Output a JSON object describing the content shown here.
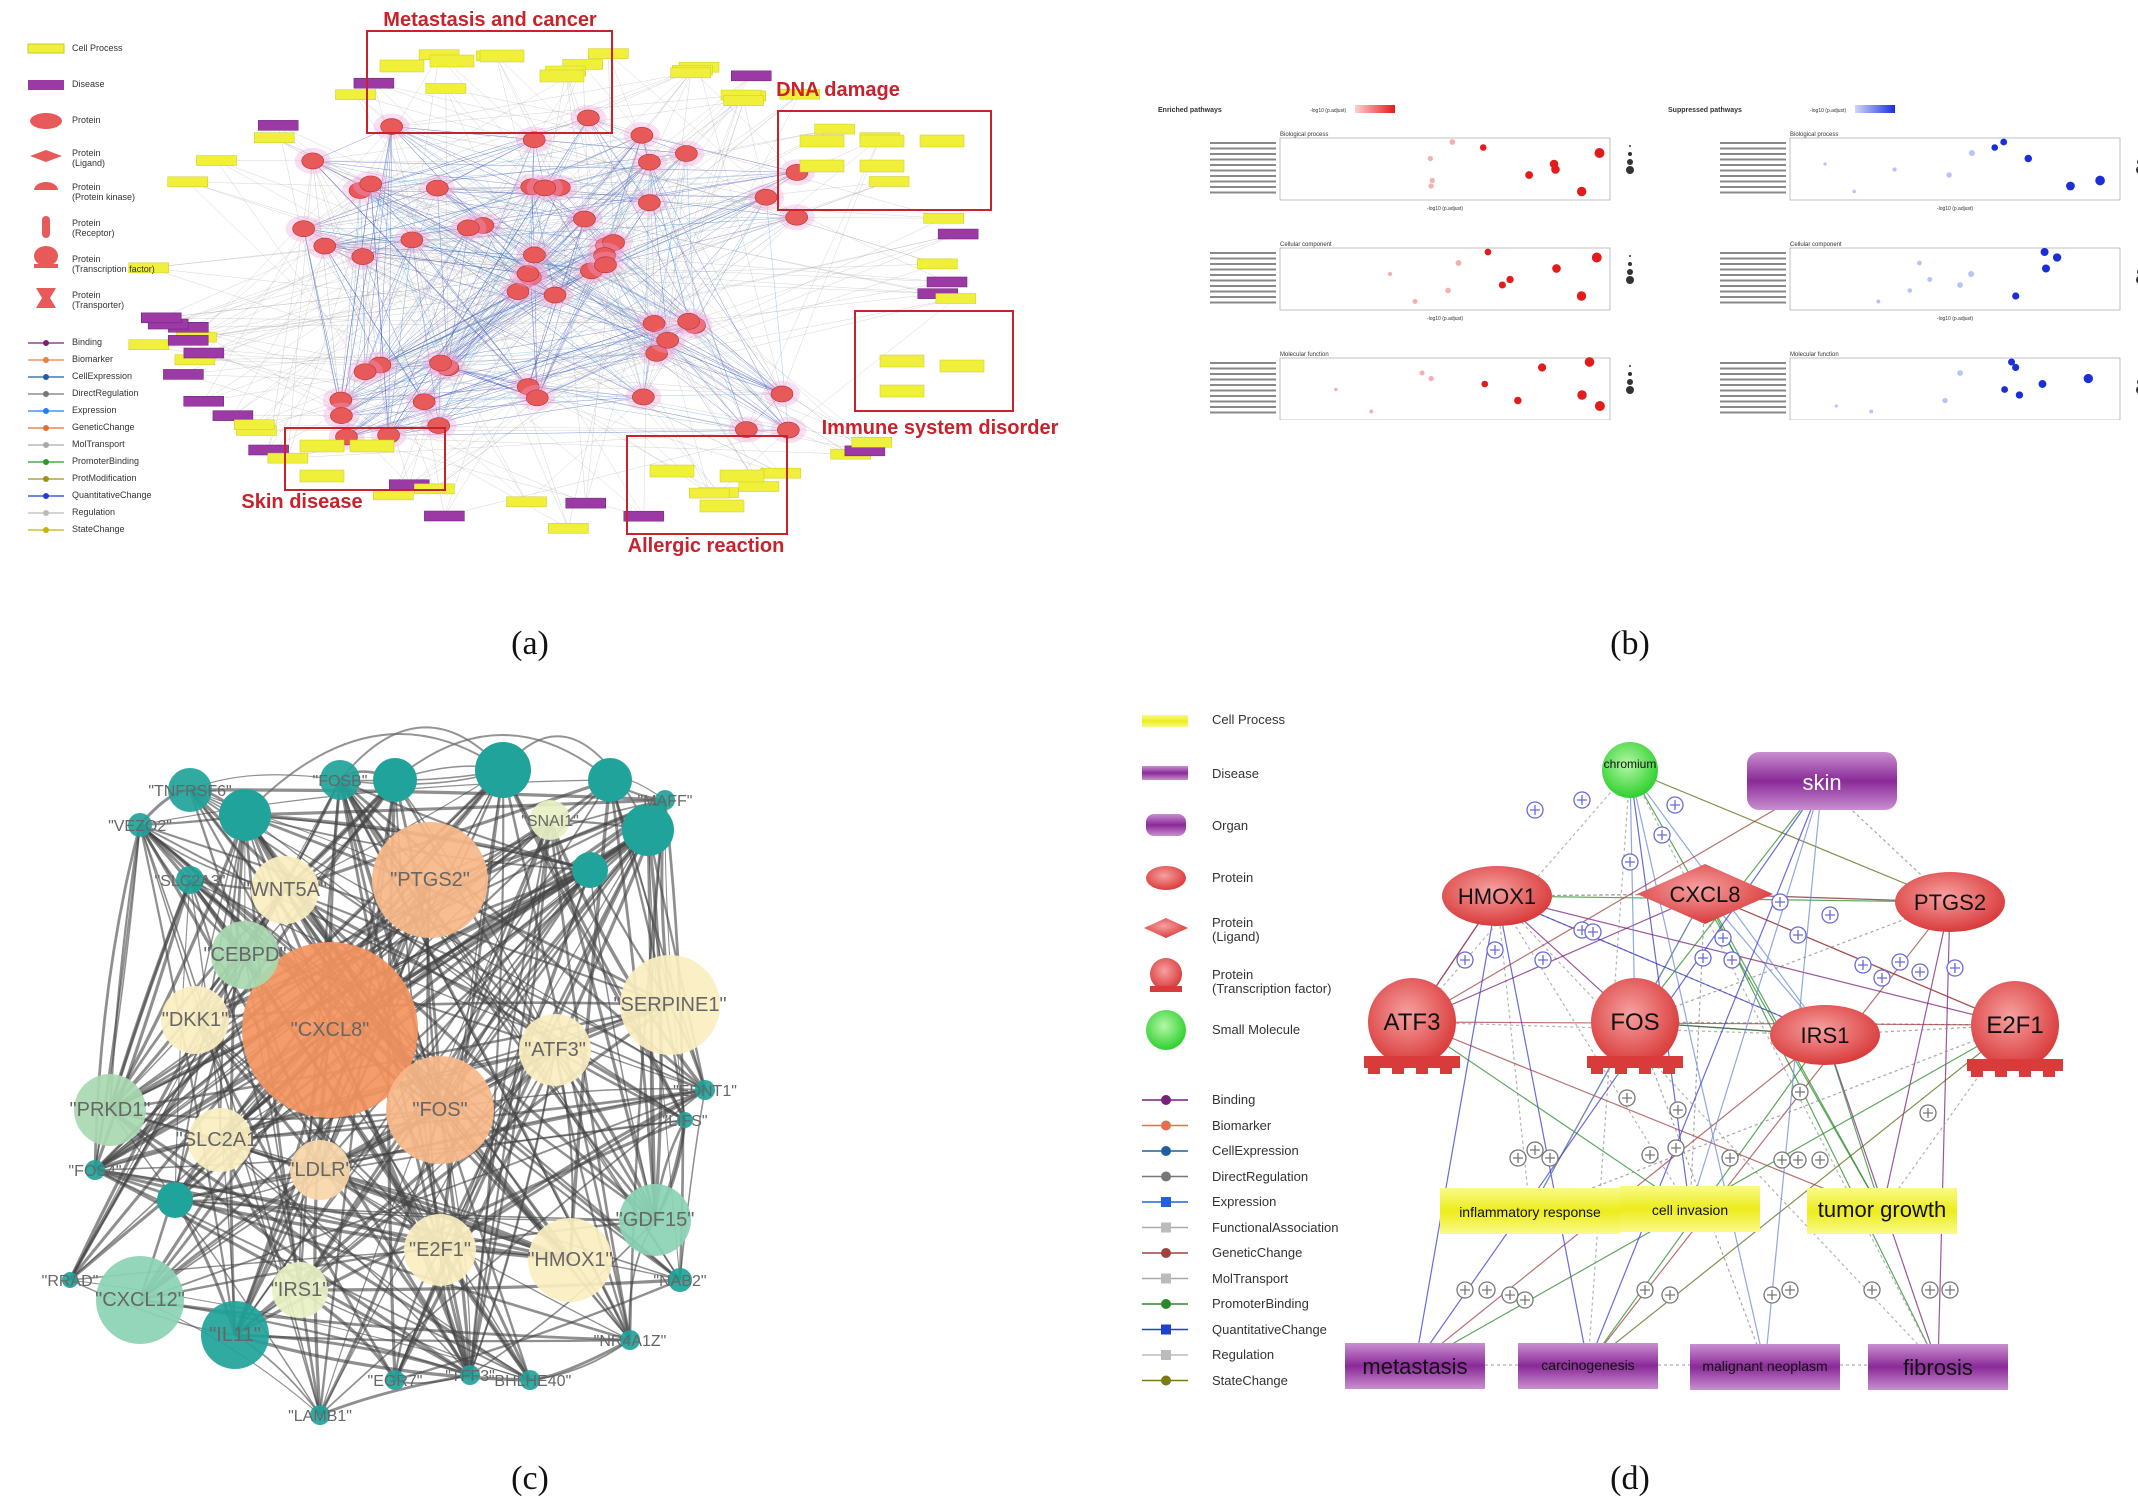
{
  "labels": {
    "a": "(a)",
    "b": "(b)",
    "c": "(c)",
    "d": "(d)"
  },
  "colors": {
    "protein": "#e85a5a",
    "disease": "#9b3aa5",
    "cellprocess": "#f0f03a",
    "teal": "#1fa39a",
    "orange": "#f4a468",
    "yellow": "#fbeec0",
    "red_box": "#c8232c"
  },
  "panel_a": {
    "legend_nodes": [
      "Cell Process",
      "Disease",
      "Protein",
      "Protein\n(Ligand)",
      "Protein\n(Protein kinase)",
      "Protein\n(Receptor)",
      "Protein\n(Transcription factor)",
      "Protein\n(Transporter)"
    ],
    "legend_edges": [
      "Binding",
      "Biomarker",
      "CellExpression",
      "DirectRegulation",
      "Expression",
      "GeneticChange",
      "MolTransport",
      "PromoterBinding",
      "ProtModification",
      "QuantitativeChange",
      "Regulation",
      "StateChange"
    ],
    "regions": [
      "Metastasis and cancer",
      "DNA damage",
      "Immune system disorder",
      "Skin disease",
      "Allergic reaction"
    ]
  },
  "panel_b": {
    "enriched_title": "Enriched pathways",
    "suppressed_title": "Suppressed pathways",
    "legend_label": "-log10 (p.adjust)",
    "facets": [
      "Biological process",
      "Cellular component",
      "Molecular function"
    ],
    "xlabel": "-log10 (p.adjust)"
  },
  "panel_c": {
    "nodes": [
      {
        "label": "\"PTGS2\""
      },
      {
        "label": "\"CXCL8\""
      },
      {
        "label": "\"FOS\""
      },
      {
        "label": "\"LDLR\""
      },
      {
        "label": "\"WNT5A\""
      },
      {
        "label": "\"SNAI1\""
      },
      {
        "label": "\"SERPINE1\""
      },
      {
        "label": "\"ATF3\""
      },
      {
        "label": "\"DKK1\""
      },
      {
        "label": "\"CEBPD\""
      },
      {
        "label": "\"SLC2A1\""
      },
      {
        "label": "\"PRKD1\""
      },
      {
        "label": "\"E2F1\""
      },
      {
        "label": "\"HMOX1\""
      },
      {
        "label": "\"GDF15\""
      },
      {
        "label": "\"CXCL12\""
      },
      {
        "label": "\"IRS1\""
      },
      {
        "label": "\"IL11\""
      },
      {
        "label": "\"TNFRSF6\""
      },
      {
        "label": "\"VEZO2\""
      },
      {
        "label": "\"SLC2A3\""
      },
      {
        "label": "\"FOSB\""
      },
      {
        "label": "\"MAFF\""
      },
      {
        "label": "\"EDNT1\""
      },
      {
        "label": "\"LIFS\""
      },
      {
        "label": "\"FOS4\""
      },
      {
        "label": "\"RRAD\""
      },
      {
        "label": "\"EGR7\""
      },
      {
        "label": "\"TFF3\""
      },
      {
        "label": "\"BHLHE40\""
      },
      {
        "label": "\"NR4A1Z\""
      },
      {
        "label": "\"LAMB1\""
      },
      {
        "label": "\"NAB2\""
      }
    ]
  },
  "panel_d": {
    "legend_nodes": [
      "Cell Process",
      "Disease",
      "Organ",
      "Protein",
      "Protein\n(Ligand)",
      "Protein\n(Transcription factor)",
      "Small Molecule"
    ],
    "legend_edges": [
      "Binding",
      "Biomarker",
      "CellExpression",
      "DirectRegulation",
      "Expression",
      "FunctionalAssociation",
      "GeneticChange",
      "MolTransport",
      "PromoterBinding",
      "QuantitativeChange",
      "Regulation",
      "StateChange"
    ],
    "nodes": {
      "chromium": "chromium",
      "skin": "skin",
      "hmox1": "HMOX1",
      "cxcl8": "CXCL8",
      "ptgs2": "PTGS2",
      "atf3": "ATF3",
      "fos": "FOS",
      "irs1": "IRS1",
      "e2f1": "E2F1",
      "inflammatory": "inflammatory response",
      "invasion": "cell invasion",
      "tumor": "tumor growth",
      "metastasis": "metastasis",
      "carcinogenesis": "carcinogenesis",
      "neoplasm": "malignant neoplasm",
      "fibrosis": "fibrosis"
    }
  }
}
